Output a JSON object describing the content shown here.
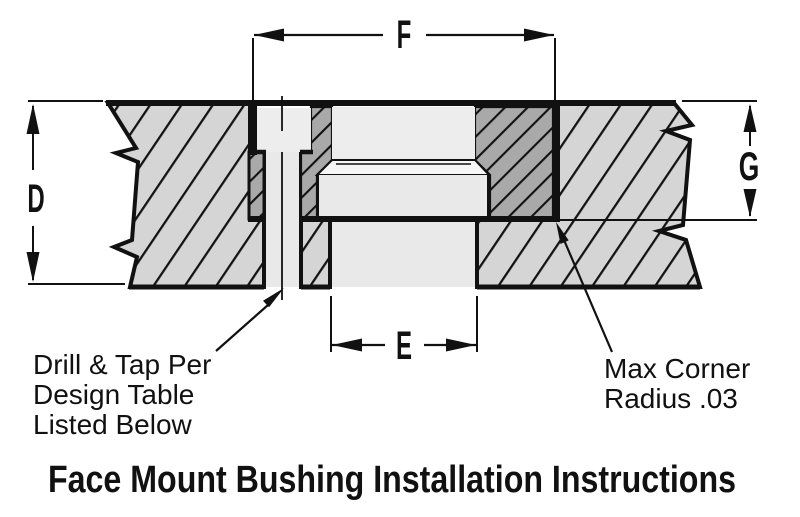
{
  "title": "Face Mount Bushing Installation Instructions",
  "dimension_labels": {
    "plate_thickness": "D",
    "through_hole_width": "E",
    "counterbore_width": "F",
    "counterbore_depth": "G"
  },
  "annotations": {
    "drill_tap_line1": "Drill & Tap Per",
    "drill_tap_line2": "Design Table",
    "drill_tap_line3": "Listed Below",
    "corner_line1": "Max Corner",
    "corner_line2": "Radius .03"
  },
  "colors": {
    "plate_fill": "#d5d5d5",
    "flange_fill": "#a9a9a9",
    "bore_fill": "#e9e9e9",
    "recess_fill": "#ededed",
    "step_fill": "#f6f6f6",
    "line_color": "#111111",
    "background": "#ffffff"
  }
}
